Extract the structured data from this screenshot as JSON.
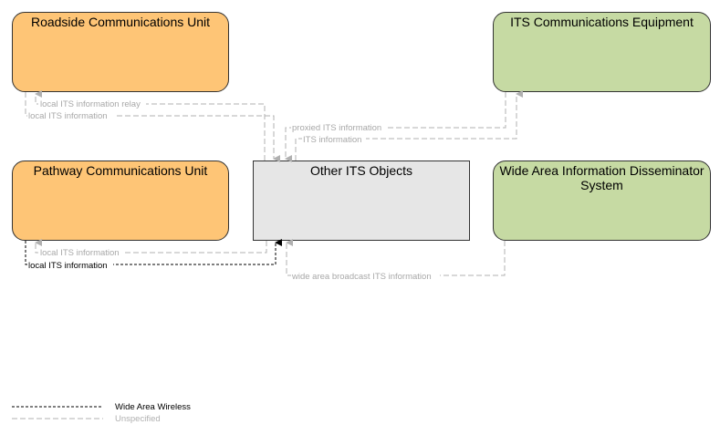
{
  "nodes": {
    "rcu": {
      "label": "Roadside Communications Unit",
      "fill": "#fec576"
    },
    "ice": {
      "label": "ITS Communications Equipment",
      "fill": "#c6daa3"
    },
    "pcu": {
      "label": "Pathway Communications Unit",
      "fill": "#fec576"
    },
    "oio": {
      "label": "Other ITS Objects",
      "fill": "#e6e6e6"
    },
    "waid": {
      "label": "Wide Area Information Disseminator System",
      "fill": "#c6daa3"
    }
  },
  "flows": [
    {
      "label": "local ITS information relay",
      "style": "Unspecified"
    },
    {
      "label": "local ITS information",
      "style": "Unspecified"
    },
    {
      "label": "proxied ITS information",
      "style": "Unspecified"
    },
    {
      "label": "ITS information",
      "style": "Unspecified"
    },
    {
      "label": "local ITS information",
      "style": "Unspecified"
    },
    {
      "label": "local ITS information",
      "style": "Wide Area Wireless"
    },
    {
      "label": "wide area broadcast ITS information",
      "style": "Unspecified"
    }
  ],
  "legend": [
    {
      "label": "Wide Area Wireless",
      "color": "#000000"
    },
    {
      "label": "Unspecified",
      "color": "#b0b0b0"
    }
  ]
}
